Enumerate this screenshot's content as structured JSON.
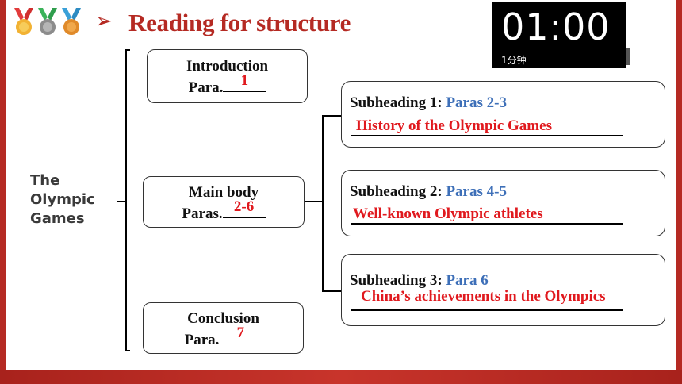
{
  "title": "Reading for structure",
  "timer": {
    "time": "01:00",
    "label": "1分钟"
  },
  "topic": {
    "line1": "The",
    "line2": "Olympic",
    "line3": "Games"
  },
  "intro": {
    "heading": "Introduction",
    "para_prefix": "Para.",
    "answer": "1"
  },
  "body": {
    "heading": "Main body",
    "para_prefix": "Paras.",
    "answer": "2-6"
  },
  "conclusion": {
    "heading": "Conclusion",
    "para_prefix": "Para.",
    "answer": "7"
  },
  "subheadings": [
    {
      "label": "Subheading 1:",
      "paras": "Paras 2-3",
      "answer": "History of the Olympic Games"
    },
    {
      "label": "Subheading 2:",
      "paras": "Paras 4-5",
      "answer": "Well-known Olympic athletes"
    },
    {
      "label": "Subheading 3:",
      "paras": "Para 6",
      "answer": "China’s achievements in the Olympics"
    }
  ],
  "colors": {
    "brand_red": "#b52a23",
    "answer_red": "#e0191e",
    "para_blue": "#3d6fb8"
  }
}
